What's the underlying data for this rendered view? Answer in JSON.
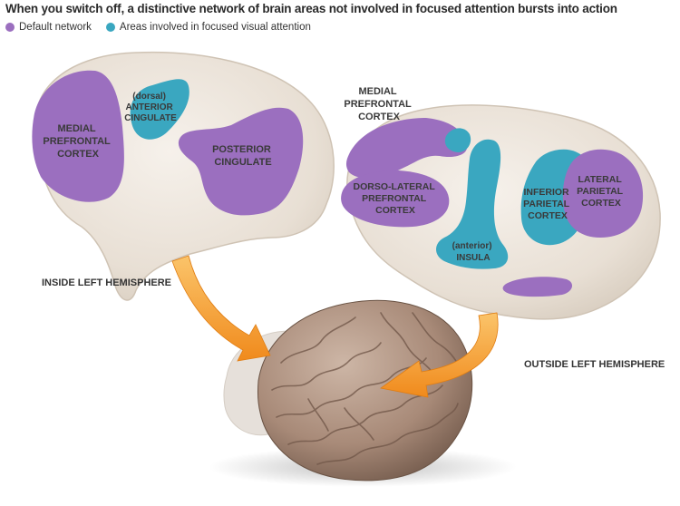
{
  "title": "When you switch off, a distinctive network of brain areas not involved in focused attention bursts into action",
  "legend": [
    {
      "label": "Default network",
      "color": "#9b6fbf"
    },
    {
      "label": "Areas involved in focused visual attention",
      "color": "#3aa7c0"
    }
  ],
  "colors": {
    "default_network": "#9b6fbf",
    "attention": "#3aa7c0",
    "brain_shell": "#ece5dc",
    "arrow": "#f39a2a",
    "real_brain": "#b09382"
  },
  "inside": {
    "caption": "INSIDE LEFT HEMISPHERE",
    "medial_prefrontal": [
      "MEDIAL",
      "PREFRONTAL",
      "CORTEX"
    ],
    "anterior_cingulate": [
      "(dorsal)",
      "ANTERIOR",
      "CINGULATE"
    ],
    "posterior_cingulate": [
      "POSTERIOR",
      "CINGULATE"
    ]
  },
  "outside": {
    "caption": "OUTSIDE LEFT HEMISPHERE",
    "medial_prefrontal": [
      "MEDIAL",
      "PREFRONTAL",
      "CORTEX"
    ],
    "dorsolateral": [
      "DORSO-LATERAL",
      "PREFRONTAL",
      "CORTEX"
    ],
    "insula": [
      "(anterior)",
      "INSULA"
    ],
    "inferior_parietal": [
      "INFERIOR",
      "PARIETAL",
      "CORTEX"
    ],
    "lateral_parietal": [
      "LATERAL",
      "PARIETAL",
      "CORTEX"
    ]
  }
}
